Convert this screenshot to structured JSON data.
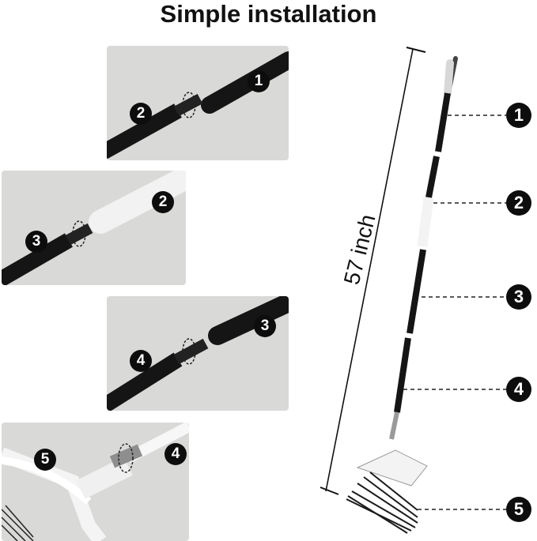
{
  "title": "Simple installation",
  "measurement": "57 inch",
  "panels": [
    {
      "left_badge": "2",
      "right_badge": "1"
    },
    {
      "left_badge": "3",
      "right_badge": "2"
    },
    {
      "left_badge": "4",
      "right_badge": "3"
    },
    {
      "left_badge": "5",
      "right_badge": "4"
    }
  ],
  "callouts": [
    "1",
    "2",
    "3",
    "4",
    "5"
  ]
}
